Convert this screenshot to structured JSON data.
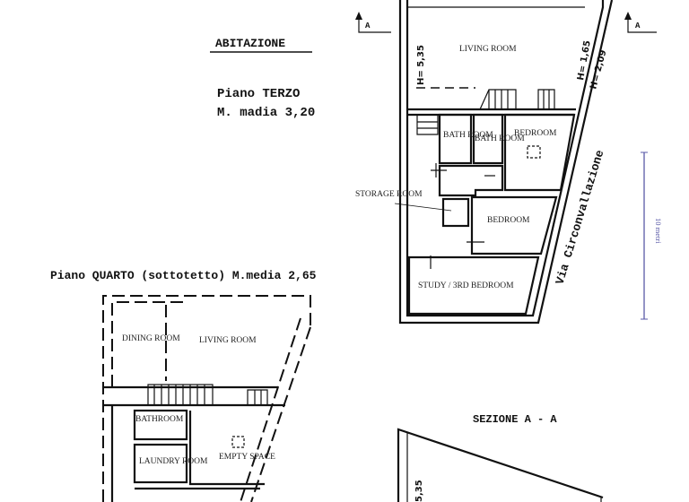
{
  "title": "ABITAZIONE",
  "floor_third": {
    "name": "Piano TERZO",
    "height": "M. madia 3,20",
    "rooms": [
      "LIVING ROOM",
      "BATH ROOM",
      "BATH ROOM",
      "BEDROOM",
      "STORAGE ROOM",
      "BEDROOM",
      "STUDY / 3RD BEDROOM"
    ],
    "dimensions": [
      "H= 5,35",
      "H= 1,65",
      "H= 2,09"
    ]
  },
  "floor_fourth": {
    "name": "Piano QUARTO (sottotetto) M.media 2,65",
    "rooms": [
      "DINING ROOM",
      "LIVING ROOM",
      "BATHROOM",
      "LAUNDRY ROOM",
      "EMPTY SPACE"
    ]
  },
  "street": "Via Circonvallazione",
  "section_marker": "A",
  "section_title": "SEZIONE A - A",
  "section_dimension": "5,35",
  "scale_bar": {
    "label": "10 metri",
    "color": "#5a5aa8"
  }
}
